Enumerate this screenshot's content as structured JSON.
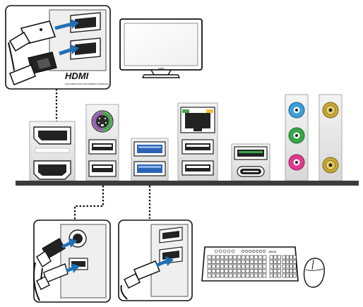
{
  "diagram": {
    "hdmi_logo": "HDMI",
    "hdmi_tagline": "HIGH-DEFINITION MULTIMEDIA INTERFACE",
    "monitor_brand": "ASUS",
    "keyboard_brand": "ASUS"
  },
  "colors": {
    "accent_blue": "#1f6fb8",
    "usb3_blue": "#2a62b6",
    "audio_line_in": "#3aa0d8",
    "audio_line_out": "#37a64a",
    "audio_mic": "#e0398f",
    "ps2_purple": "#9b5db3",
    "ps2_green": "#4aa84a",
    "gold": "#c8a838",
    "io_bar": "#3b3b3b"
  }
}
